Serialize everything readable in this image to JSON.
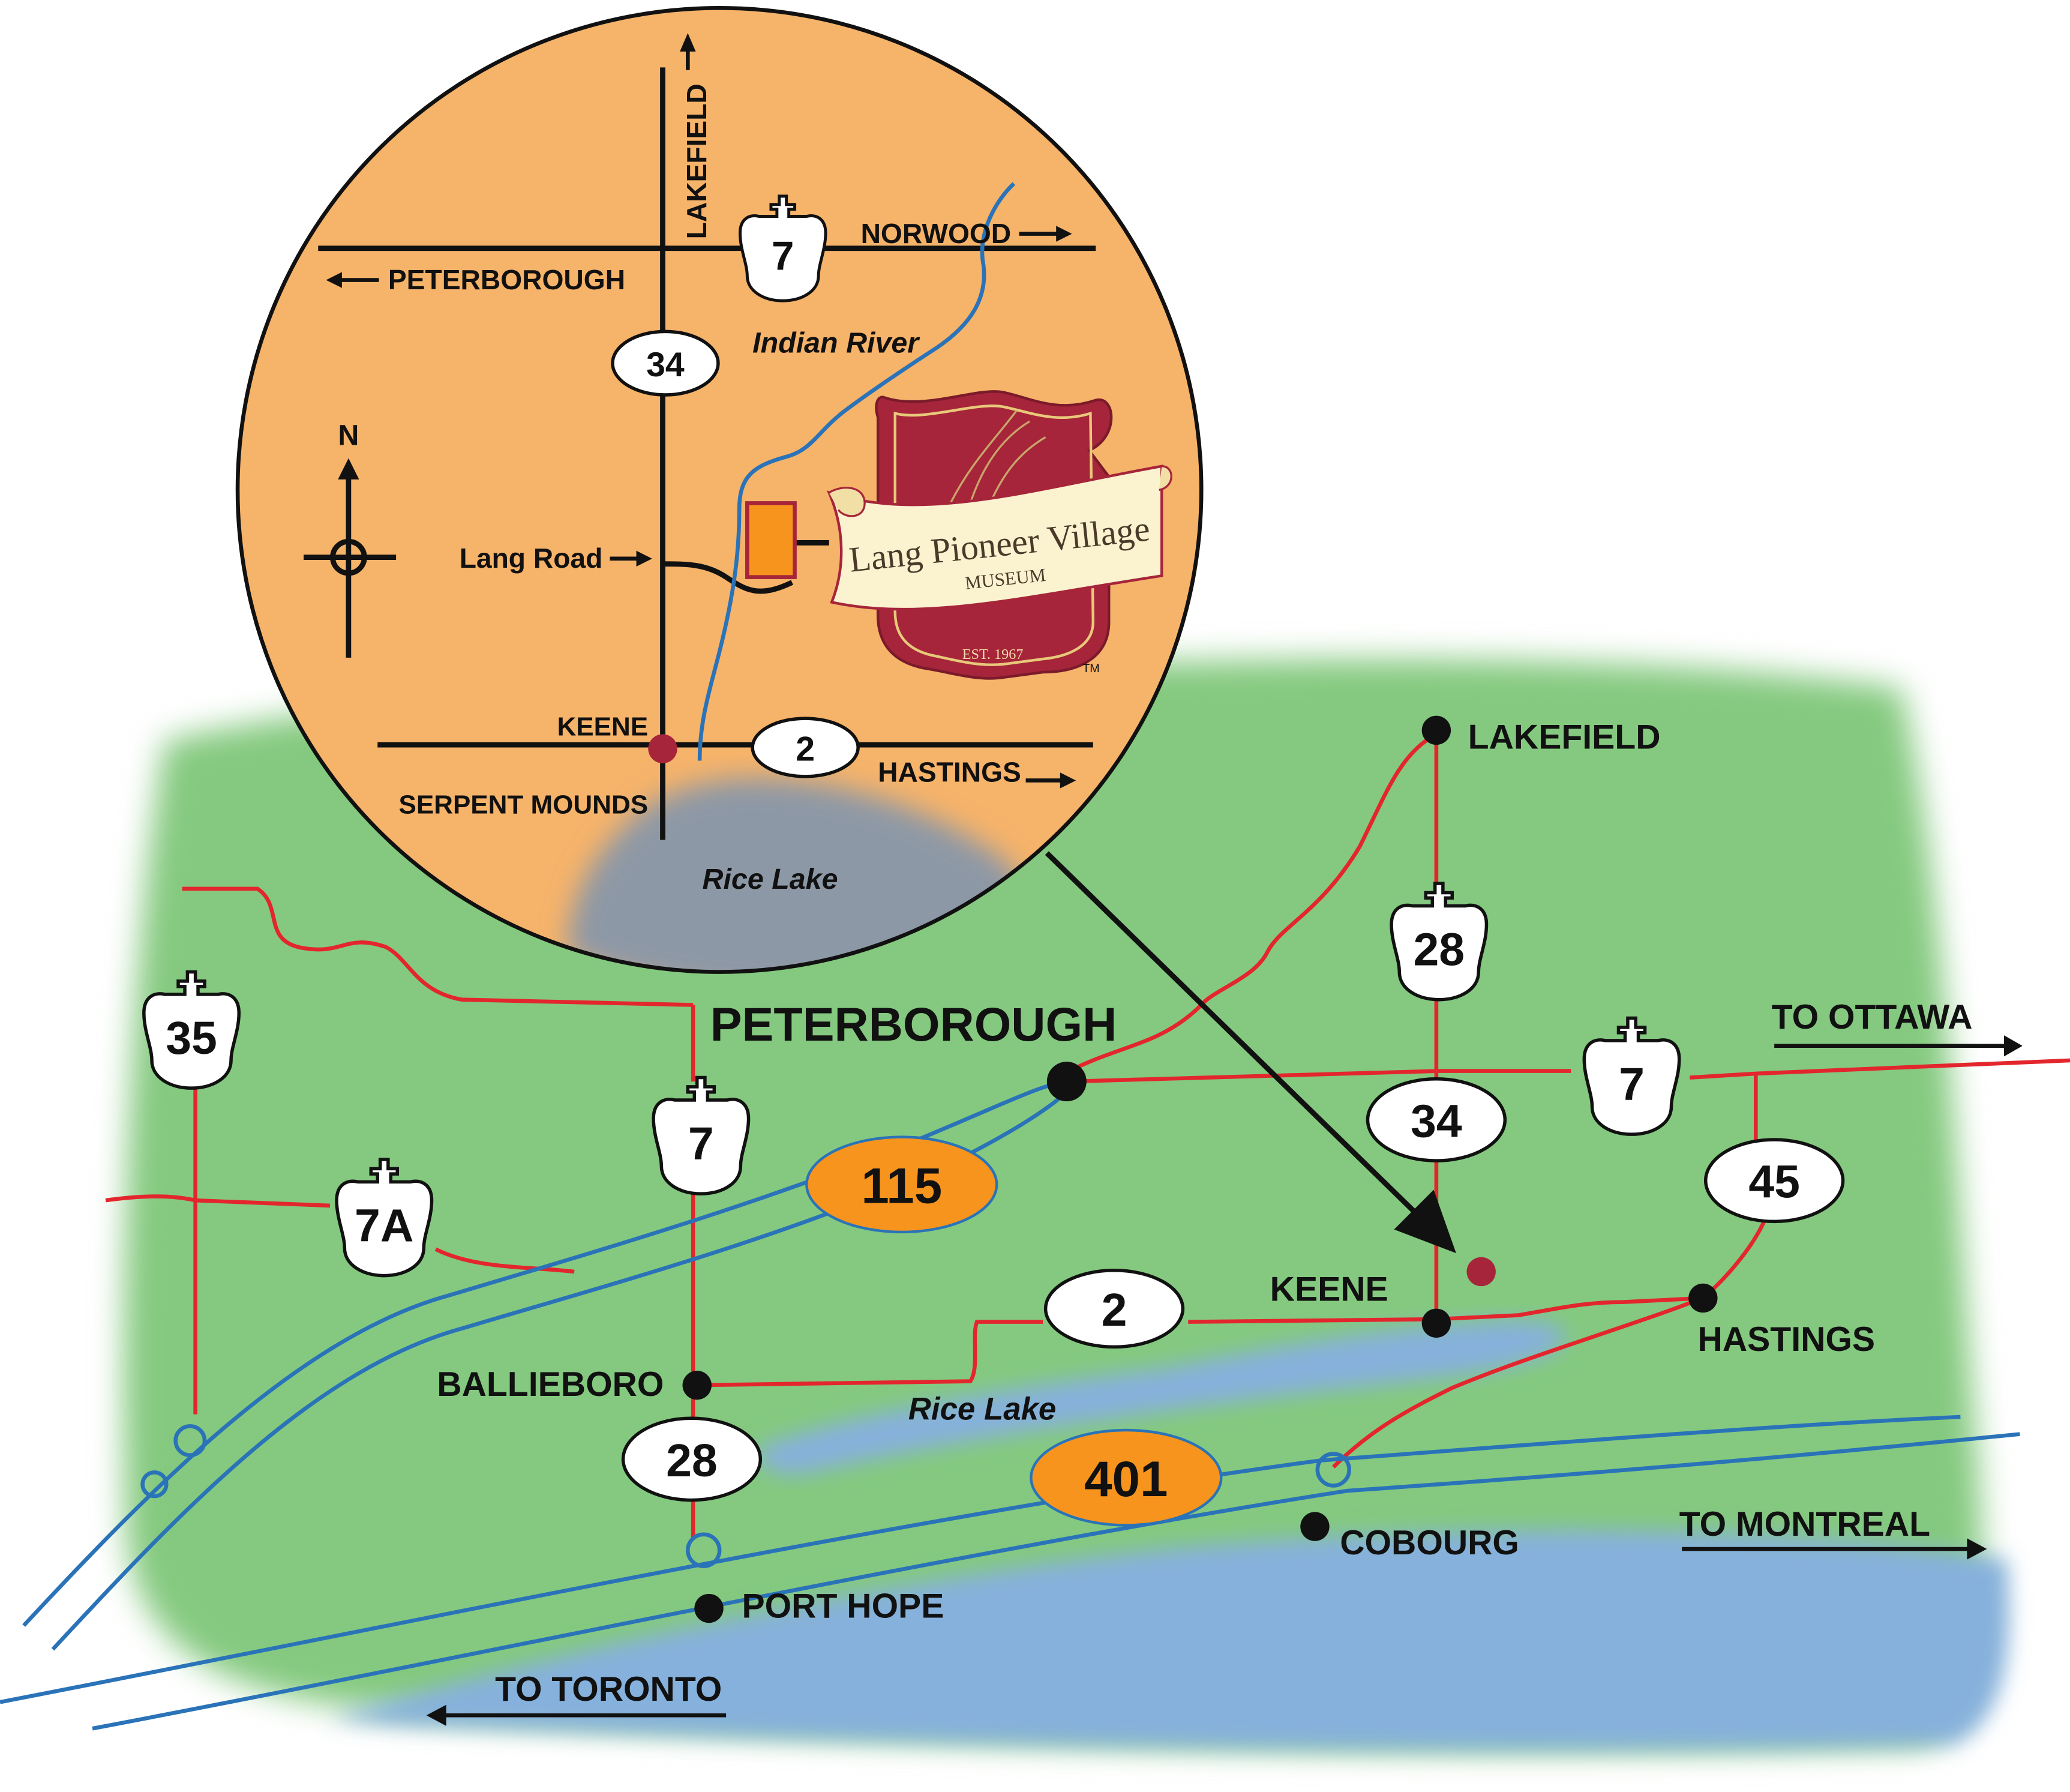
{
  "map": {
    "places": {
      "peterborough": "PETERBOROUGH",
      "lakefield": "LAKEFIELD",
      "keene": "KEENE",
      "hastings": "HASTINGS",
      "ballieboro": "BALLIEBORO",
      "port_hope": "PORT HOPE",
      "cobourg": "COBOURG",
      "rice_lake": "Rice Lake"
    },
    "directions": {
      "to_ottawa": "TO OTTAWA",
      "to_montreal": "TO MONTREAL",
      "to_toronto": "TO TORONTO"
    },
    "highways": {
      "h35": "35",
      "h7a": "7A",
      "h7_west": "7",
      "h7_east": "7",
      "h28_north": "28",
      "h28_south": "28",
      "h34": "34",
      "h45": "45",
      "h2": "2",
      "h115": "115",
      "h401": "401"
    },
    "colors": {
      "land": "#84c97f",
      "water": "#86b1dc",
      "road": "#e3262d",
      "highway": "#2a73b8",
      "freeway_shield": "#f7941d",
      "inset_bg": "#f6b36a",
      "museum_red": "#a6253a"
    }
  },
  "inset": {
    "lakefield": "LAKEFIELD",
    "norwood": "NORWOOD",
    "peterborough": "PETERBOROUGH",
    "indian_river": "Indian River",
    "lang_road": "Lang Road",
    "keene": "KEENE",
    "hastings": "HASTINGS",
    "serpent_mounds": "SERPENT MOUNDS",
    "rice_lake": "Rice Lake",
    "north": "N",
    "h7": "7",
    "h34": "34",
    "h2": "2"
  },
  "logo": {
    "title": "Lang Pioneer Village",
    "subtitle": "MUSEUM",
    "est": "EST. 1967",
    "tm": "TM"
  }
}
